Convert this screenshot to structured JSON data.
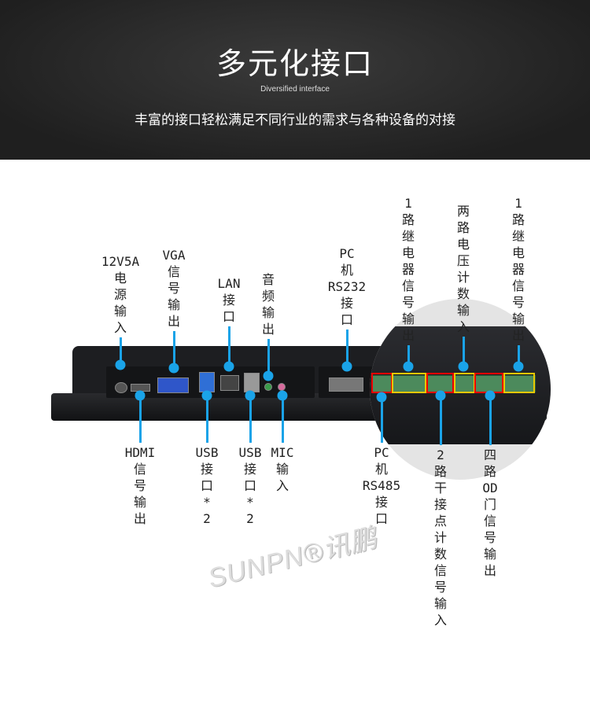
{
  "header": {
    "title": "多元化接口",
    "subtitle": "Diversified interface",
    "description": "丰富的接口轻松满足不同行业的需求与各种设备的对接"
  },
  "accent_color": "#1aa3e8",
  "watermark": "SUNPN®讯鹏",
  "labels_top": [
    {
      "id": "power",
      "lines": [
        "12V5A",
        "电",
        "源",
        "输",
        "入"
      ]
    },
    {
      "id": "vga",
      "lines": [
        "VGA",
        "信",
        "号",
        "输",
        "出"
      ]
    },
    {
      "id": "lan",
      "lines": [
        "LAN",
        "接",
        "口"
      ]
    },
    {
      "id": "audio",
      "lines": [
        "音",
        "频",
        "输",
        "出"
      ]
    },
    {
      "id": "rs232",
      "lines": [
        "PC",
        "机",
        "RS232",
        "接",
        "口"
      ]
    },
    {
      "id": "relay-1",
      "lines": [
        "1",
        "路",
        "继",
        "电",
        "器",
        "信",
        "号",
        "输",
        "出"
      ]
    },
    {
      "id": "voltage",
      "lines": [
        "两",
        "路",
        "电",
        "压",
        "计",
        "数",
        "输",
        "入"
      ]
    },
    {
      "id": "relay-2",
      "lines": [
        "1",
        "路",
        "继",
        "电",
        "器",
        "信",
        "号",
        "输",
        "出"
      ]
    }
  ],
  "labels_bottom": [
    {
      "id": "hdmi",
      "lines": [
        "HDMI",
        "信",
        "号",
        "输",
        "出"
      ]
    },
    {
      "id": "usb-1",
      "lines": [
        "USB",
        "接",
        "口",
        "*",
        "2"
      ]
    },
    {
      "id": "usb-2",
      "lines": [
        "USB",
        "接",
        "口",
        "*",
        "2"
      ]
    },
    {
      "id": "mic",
      "lines": [
        "MIC",
        "输",
        "入"
      ]
    },
    {
      "id": "rs485",
      "lines": [
        "PC",
        "机",
        "RS485",
        "接",
        "口"
      ]
    },
    {
      "id": "dry-contact",
      "lines": [
        "2",
        "路",
        "干",
        "接",
        "点",
        "计",
        "数",
        "信",
        "号",
        "输",
        "入"
      ]
    },
    {
      "id": "od",
      "lines": [
        "四",
        "路",
        "OD",
        "门",
        "信",
        "号",
        "输",
        "出"
      ]
    }
  ]
}
